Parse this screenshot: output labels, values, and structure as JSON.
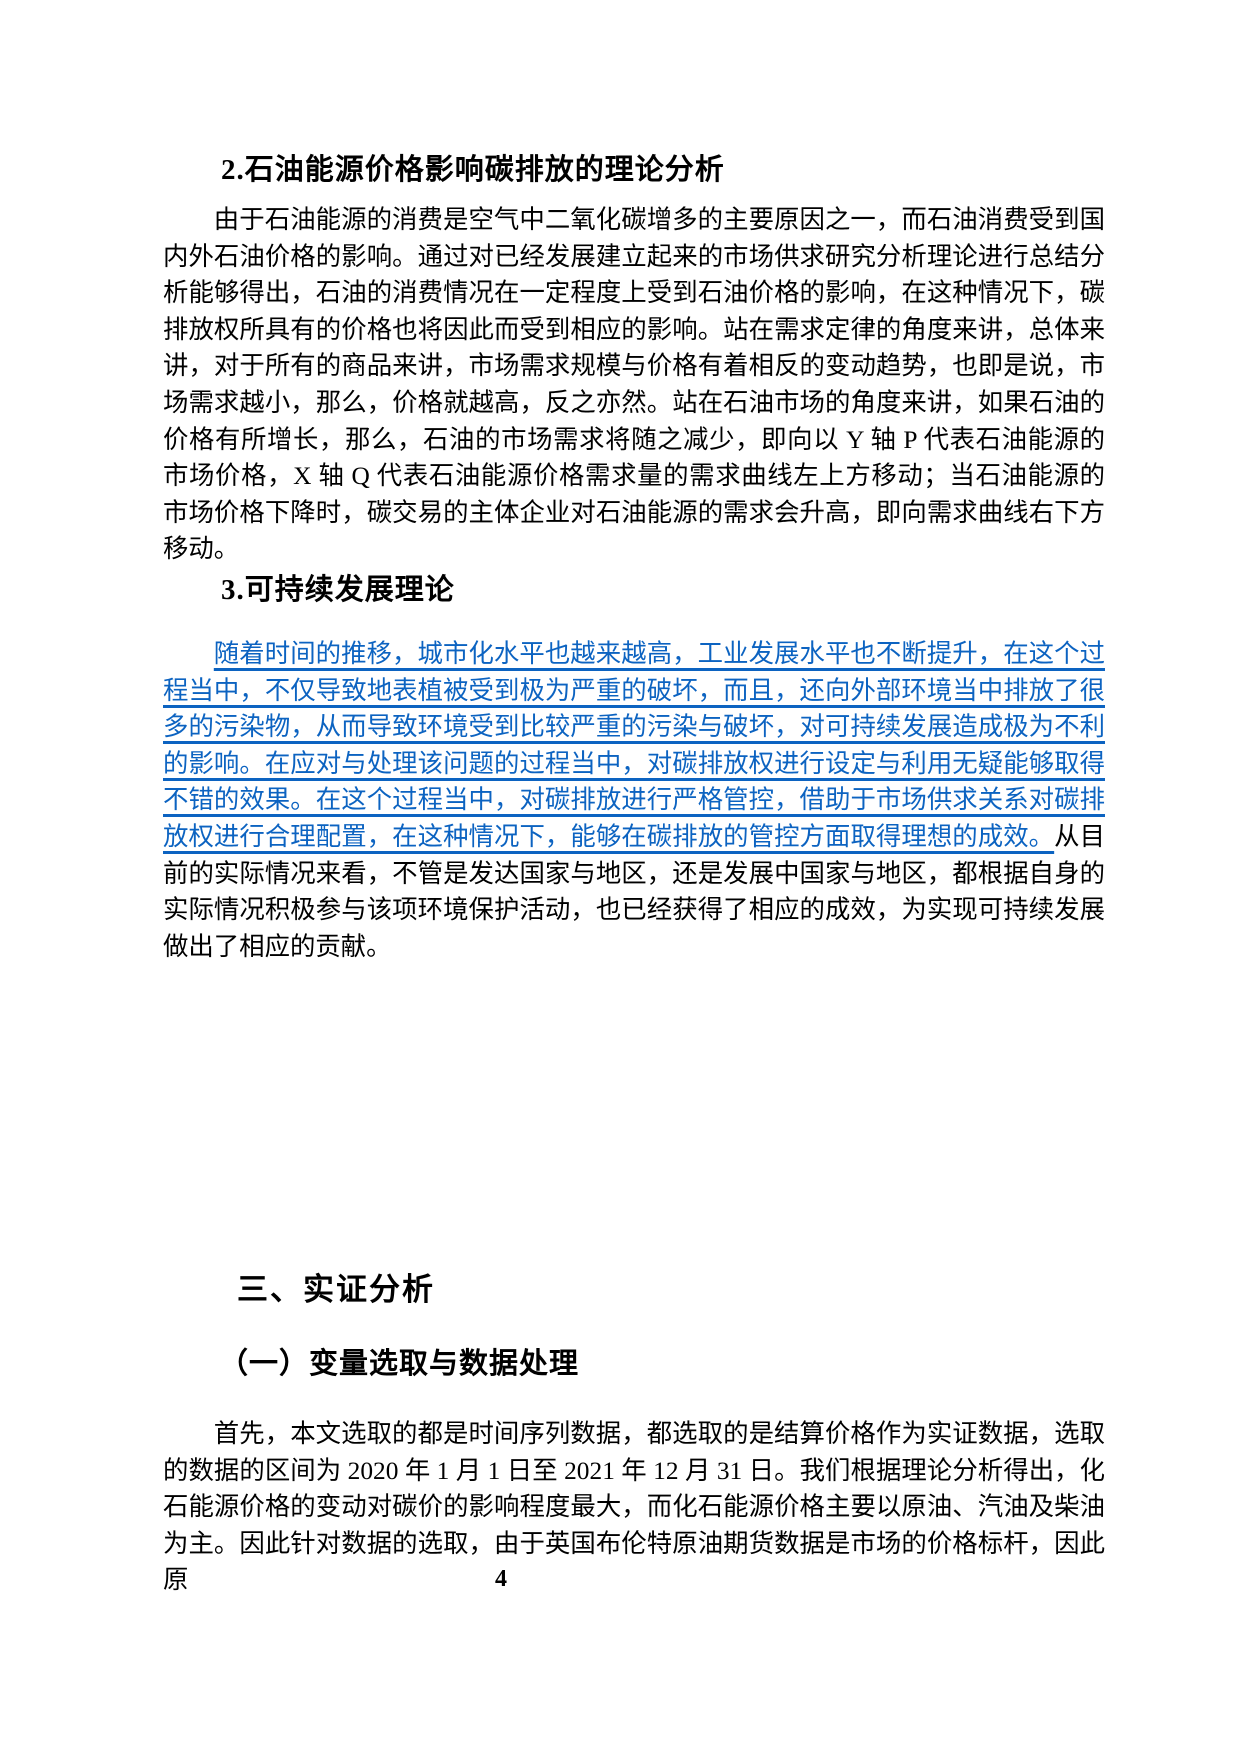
{
  "doc": {
    "heading_oil": "2.石油能源价格影响碳排放的理论分析",
    "para_oil": "由于石油能源的消费是空气中二氧化碳增多的主要原因之一，而石油消费受到国内外石油价格的影响。通过对已经发展建立起来的市场供求研究分析理论进行总结分析能够得出，石油的消费情况在一定程度上受到石油价格的影响，在这种情况下，碳排放权所具有的价格也将因此而受到相应的影响。站在需求定律的角度来讲，总体来讲，对于所有的商品来讲，市场需求规模与价格有着相反的变动趋势，也即是说，市场需求越小，那么，价格就越高，反之亦然。站在石油市场的角度来讲，如果石油的价格有所增长，那么，石油的市场需求将随之减少，即向以 Y 轴 P 代表石油能源的市场价格，X 轴 Q 代表石油能源价格需求量的需求曲线左上方移动；当石油能源的市场价格下降时，碳交易的主体企业对石油能源的需求会升高，即向需求曲线右下方移动。",
    "heading_sustain": "3.可持续发展理论",
    "para_sustain_linked": "随着时间的推移，城市化水平也越来越高，工业发展水平也不断提升，在这个过程当中，不仅导致地表植被受到极为严重的破坏，而且，还向外部环境当中排放了很多的污染物，从而导致环境受到比较严重的污染与破坏，对可持续发展造成极为不利的影响。在应对与处理该问题的过程当中，对碳排放权进行设定与利用无疑能够取得不错的效果。在这个过程当中，对碳排放进行严格管控，借助于市场供求关系对碳排放权进行合理配置，在这种情况下，能够在碳排放的管控方面取得理想的成效。",
    "para_sustain_plain": "从目前的实际情况来看，不管是发达国家与地区，还是发展中国家与地区，都根据自身的实际情况积极参与该项环境保护活动，也已经获得了相应的成效，为实现可持续发展做出了相应的贡献。",
    "heading_empirical": "三、实证分析",
    "heading_variables": "（一）变量选取与数据处理",
    "para_data": "首先，本文选取的都是时间序列数据，都选取的是结算价格作为实证数据，选取的数据的区间为 2020 年 1 月 1 日至 2021 年 12 月 31 日。我们根据理论分析得出，化石能源价格的变动对碳价的影响程度最大，而化石能源价格主要以原油、汽油及柴油为主。因此针对数据的选取，由于英国布伦特原油期货数据是市场的价格标杆，因此原",
    "page_number": "4"
  },
  "colors": {
    "text": "#000000",
    "link_blue": "#0c63c1",
    "background": "#ffffff"
  }
}
